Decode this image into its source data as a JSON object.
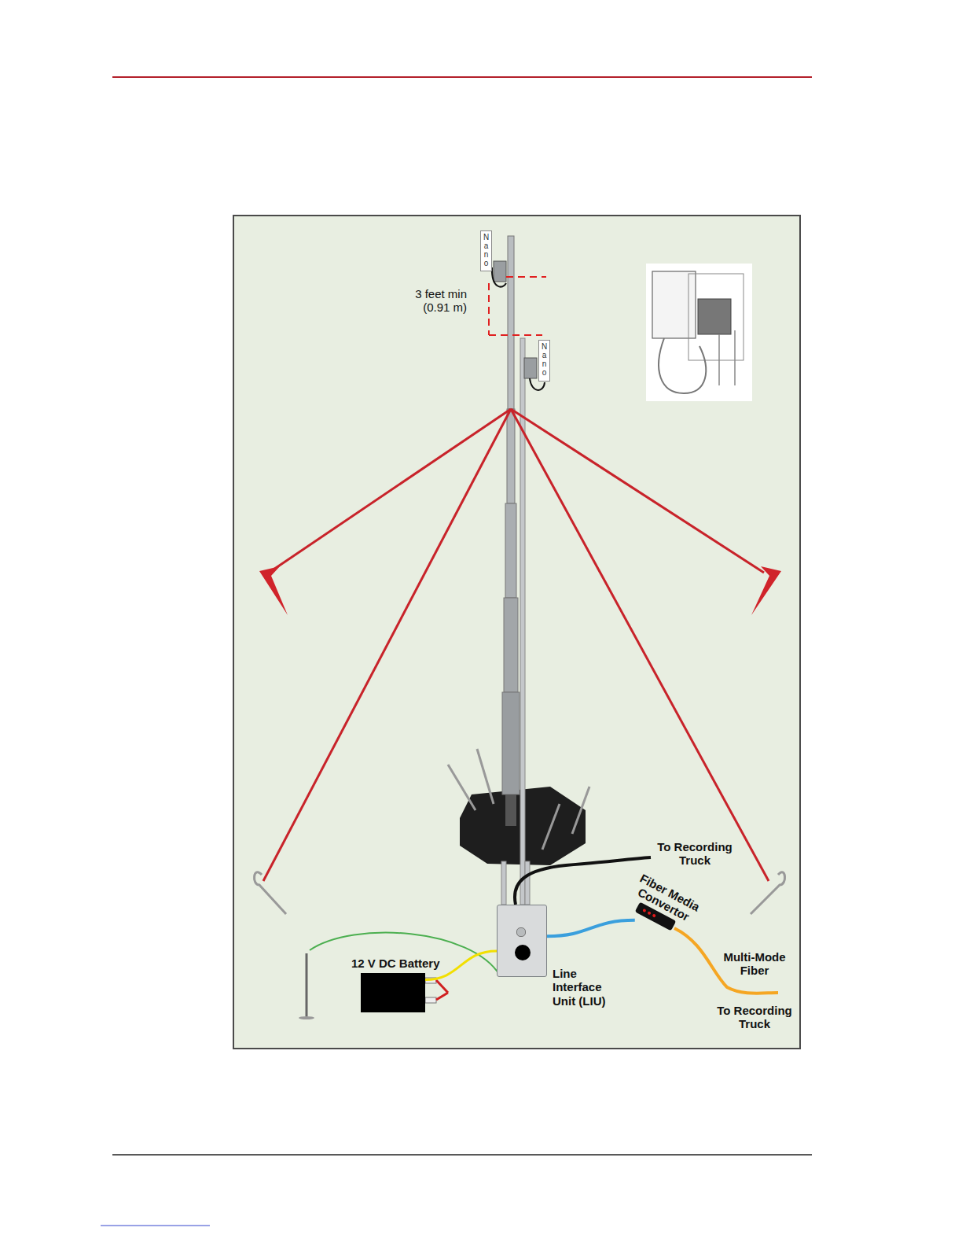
{
  "diagram": {
    "nodes": [
      {
        "text": [
          "Nano"
        ]
      },
      {
        "text": [
          "Nano"
        ]
      },
      {
        "text": [
          "12 V DC Battery"
        ]
      },
      {
        "text": [
          "Line Interface Unit (LIU)"
        ]
      },
      {
        "text": [
          "Fiber Media Convertor"
        ]
      }
    ],
    "edges": [
      {
        "from": 2,
        "to": 3,
        "arrow": "none"
      },
      {
        "from": 3,
        "to": 4,
        "arrow": "none"
      }
    ],
    "labels": [
      "3 feet min (0.91 m)",
      "To Recording Truck",
      "Multi-Mode Fiber",
      "To Recording Truck"
    ]
  }
}
